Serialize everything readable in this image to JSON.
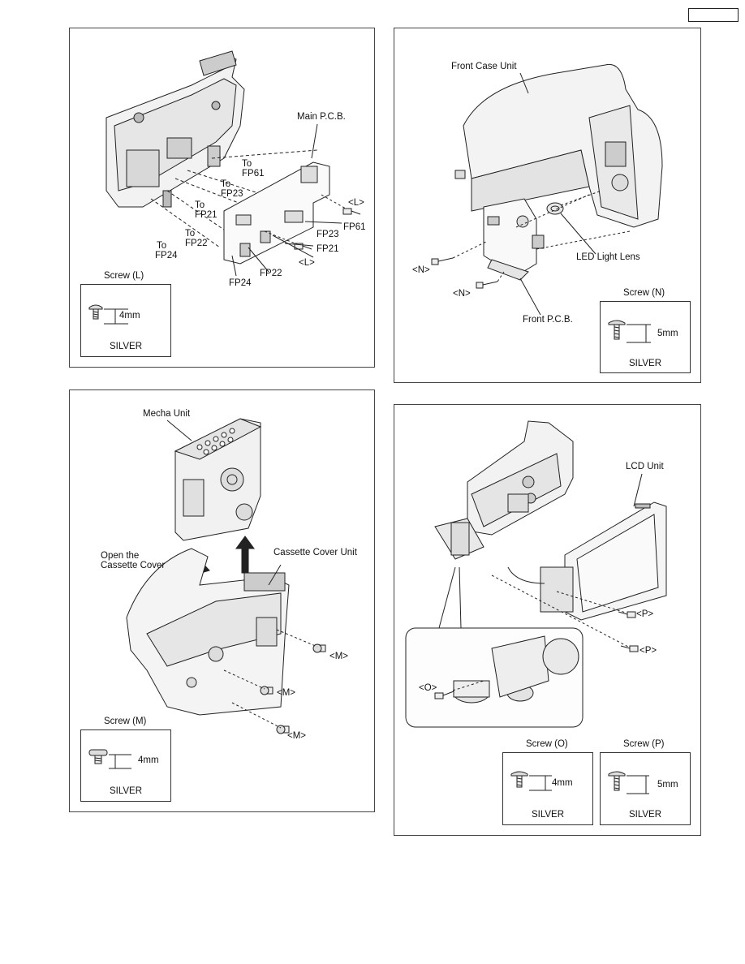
{
  "panels": {
    "main_pcb": {
      "labels": {
        "main_pcb": "Main P.C.B.",
        "to": "To",
        "fp61": "FP61",
        "fp23": "FP23",
        "fp21": "FP21",
        "fp22": "FP22",
        "fp24": "FP24",
        "screw_l": "<L>"
      },
      "screw": {
        "title": "Screw (L)",
        "size": "4mm",
        "color": "SILVER"
      }
    },
    "front_case": {
      "labels": {
        "front_case_unit": "Front Case Unit",
        "led_light_lens": "LED Light Lens",
        "front_pcb": "Front P.C.B.",
        "screw_n": "<N>"
      },
      "screw": {
        "title": "Screw (N)",
        "size": "5mm",
        "color": "SILVER"
      }
    },
    "mecha_unit": {
      "labels": {
        "mecha_unit": "Mecha Unit",
        "open_cover_line1": "Open the",
        "open_cover_line2": "Cassette Cover",
        "cassette_cover_unit": "Cassette Cover Unit",
        "screw_m": "<M>"
      },
      "screw": {
        "title": "Screw (M)",
        "size": "4mm",
        "color": "SILVER"
      }
    },
    "lcd_unit": {
      "labels": {
        "lcd_unit": "LCD Unit",
        "screw_p": "<P>",
        "screw_o": "<O>"
      },
      "screw_o": {
        "title": "Screw (O)",
        "size": "4mm",
        "color": "SILVER"
      },
      "screw_p": {
        "title": "Screw (P)",
        "size": "5mm",
        "color": "SILVER"
      }
    }
  }
}
